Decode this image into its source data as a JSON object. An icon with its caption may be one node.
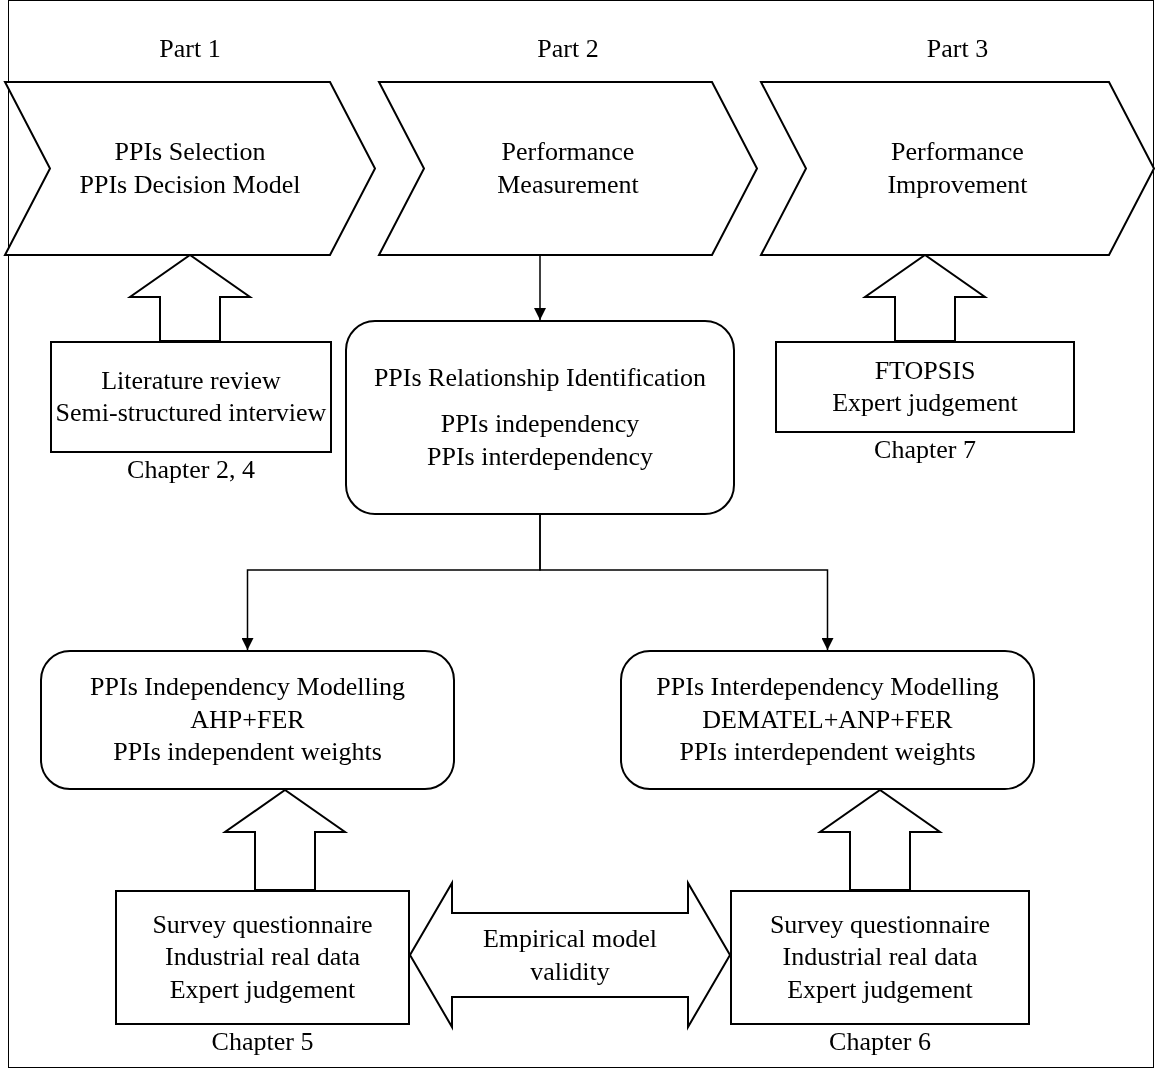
{
  "diagram": {
    "nodes": [
      {
        "text": [
          "Part 1",
          "PPIs Selection",
          "PPIs Decision Model"
        ]
      },
      {
        "text": [
          "Part 2",
          "Performance Measurement"
        ]
      },
      {
        "text": [
          "Part 3",
          "Performance Improvement"
        ]
      },
      {
        "text": [
          "Literature review",
          "Semi-structured interview"
        ],
        "beside": [
          "Chapter 2, 4"
        ]
      },
      {
        "text": [
          "PPIs Relationship Identification",
          "PPIs independency",
          "PPIs interdependency"
        ]
      },
      {
        "text": [
          "FTOPSIS",
          "Expert judgement"
        ],
        "beside": [
          "Chapter 7"
        ]
      },
      {
        "text": [
          "PPIs Independency Modelling",
          "AHP+FER",
          "PPIs independent weights"
        ]
      },
      {
        "text": [
          "PPIs Interdependency Modelling",
          "DEMATEL+ANP+FER",
          "PPIs interdependent weights"
        ]
      },
      {
        "text": [
          "Survey questionnaire",
          "Industrial real data",
          "Expert judgement"
        ],
        "beside": [
          "Chapter 5"
        ]
      },
      {
        "text": [
          "Survey questionnaire",
          "Industrial real data",
          "Expert judgement"
        ],
        "beside": [
          "Chapter 6"
        ]
      }
    ],
    "edges": [
      {
        "from": 3,
        "to": 0,
        "arrow": "to",
        "style": "thick"
      },
      {
        "from": 5,
        "to": 2,
        "arrow": "to",
        "style": "thick"
      },
      {
        "from": 1,
        "to": 4,
        "arrow": "to"
      },
      {
        "from": 4,
        "to": 6,
        "arrow": "to"
      },
      {
        "from": 4,
        "to": 7,
        "arrow": "to"
      },
      {
        "from": 8,
        "to": 6,
        "arrow": "to",
        "style": "thick"
      },
      {
        "from": 9,
        "to": 7,
        "arrow": "to",
        "style": "thick"
      },
      {
        "from": 8,
        "to": 9,
        "arrow": "both",
        "style": "thick",
        "label": "Empirical model validity"
      }
    ]
  }
}
